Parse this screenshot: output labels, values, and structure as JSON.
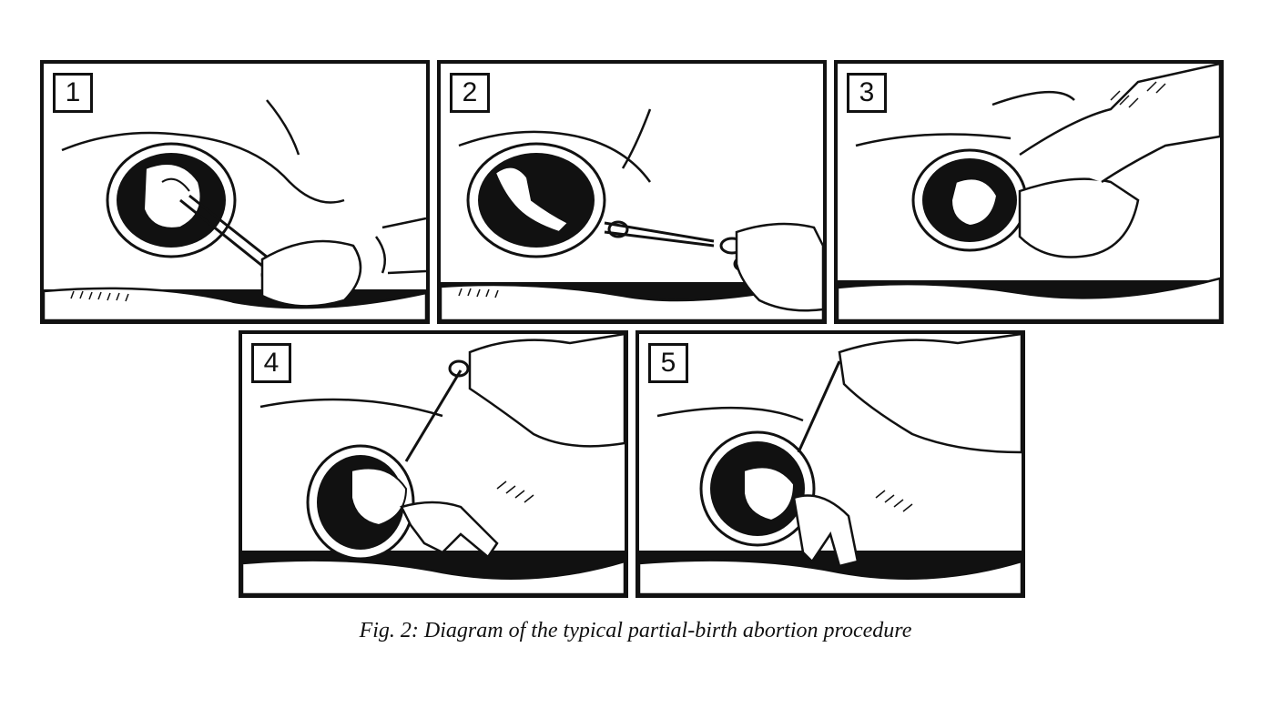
{
  "panels": [
    {
      "number": "1"
    },
    {
      "number": "2"
    },
    {
      "number": "3"
    },
    {
      "number": "4"
    },
    {
      "number": "5"
    }
  ],
  "caption": "Fig. 2: Diagram of the typical partial-birth abortion procedure",
  "colors": {
    "ink": "#111111",
    "paper": "#ffffff"
  }
}
